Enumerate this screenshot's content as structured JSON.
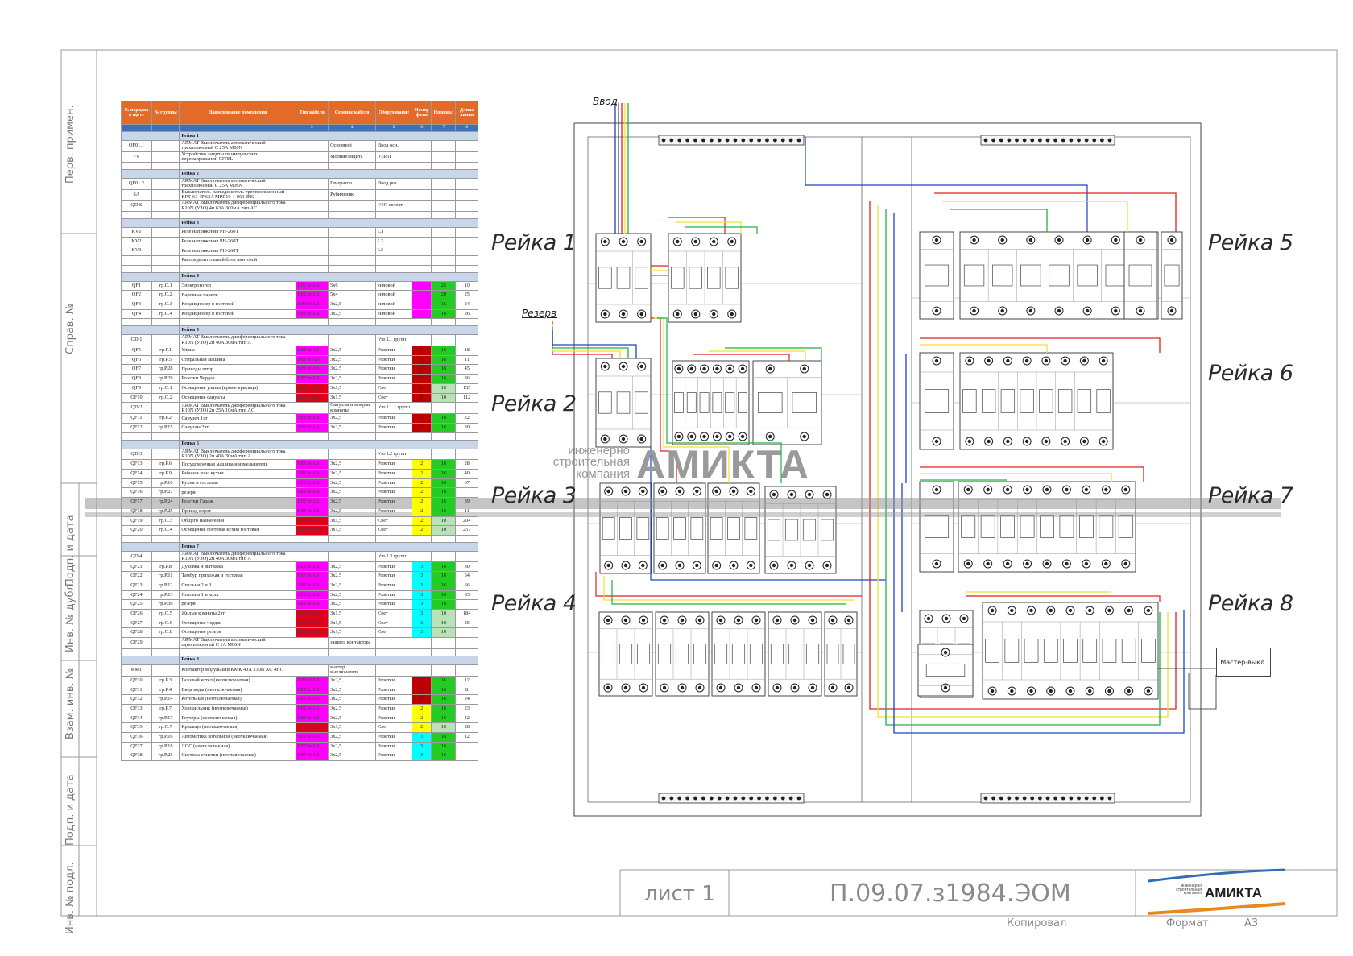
{
  "sidebar_labels": [
    "Перв. примен.",
    "Справ. №",
    "Подп. и дата",
    "Инв. № дубл.",
    "Взам. инв. №",
    "Подп. и дата",
    "Инв. № подл."
  ],
  "table": {
    "headers": [
      "№ порядка в щите",
      "№ группы",
      "Наименование помещения",
      "Тип кабеля",
      "Сечение кабеля",
      "Оборудование",
      "Номер фазы",
      "Номинал",
      "Длина линии"
    ],
    "col_numbers": [
      "",
      "",
      "",
      "3",
      "4",
      "5",
      "6",
      "7",
      "8"
    ],
    "rows": [
      {
        "t": "rail",
        "label": "Рейка 1"
      },
      {
        "c": [
          "QF01.1",
          "",
          "ARMAT Выключатель автоматический трехполюсный C 25A M06N",
          "",
          "Основной",
          "Ввод осн.",
          "",
          "",
          ""
        ]
      },
      {
        "c": [
          "FV",
          "",
          "Устройство защиты от импульсных перенапряжений CITEL",
          "",
          "Молниезащита",
          "УЗИП",
          "",
          "",
          ""
        ]
      },
      {
        "t": "blank"
      },
      {
        "t": "rail",
        "label": "Рейка 2"
      },
      {
        "c": [
          "QF01.2",
          "",
          "ARMAT Выключатель автоматический трехполюсный C 25A M06N",
          "",
          "Генератор",
          "Ввод рез",
          "",
          "",
          ""
        ]
      },
      {
        "c": [
          "SA",
          "",
          "Выключатель-разъединитель трехпозиционный ВРТ-63 4P 63A MPR10-4-063 IEK",
          "",
          "Рубильник",
          "",
          "",
          "",
          ""
        ]
      },
      {
        "c": [
          "QD.S",
          "",
          "ARMAT Выключатель дифференциального тока R10N (УЗО) 4п 63A 300мА тип AC",
          "",
          "",
          "УЗО селект",
          "",
          "",
          ""
        ]
      },
      {
        "t": "blank"
      },
      {
        "t": "rail",
        "label": "Рейка 3"
      },
      {
        "c": [
          "KV1",
          "",
          "Реле напряжения РН-260Т",
          "",
          "",
          "L1",
          "",
          "",
          ""
        ]
      },
      {
        "c": [
          "KV2",
          "",
          "Реле напряжения РН-260Т",
          "",
          "",
          "L2",
          "",
          "",
          ""
        ]
      },
      {
        "c": [
          "KV3",
          "",
          "Реле напряжения РН-260Т",
          "",
          "",
          "L3",
          "",
          "",
          ""
        ]
      },
      {
        "c": [
          "",
          "",
          "Распределительный блок винтовой",
          "",
          "",
          "",
          "",
          "",
          ""
        ]
      },
      {
        "t": "blank"
      },
      {
        "t": "rail",
        "label": "Рейка 4"
      },
      {
        "c": [
          "QF1",
          "гр.С.1",
          "Электрокотел",
          "ВВГнг-LS",
          "5х6",
          "силовой",
          "",
          "25",
          "10"
        ],
        "ph": "#ff00ff"
      },
      {
        "c": [
          "QF2",
          "гр.С.2",
          "Варочная панель",
          "ВВГнг-LS",
          "5х4",
          "силовой",
          "",
          "20",
          "25"
        ],
        "ph": "#ff00ff"
      },
      {
        "c": [
          "QF3",
          "гр.С.3",
          "Кондиционер в гостевой",
          "ВВГнг-LS",
          "3х2,5",
          "силовой",
          "",
          "16",
          "24"
        ],
        "ph": "#ff00ff"
      },
      {
        "c": [
          "QF4",
          "гр.С.4",
          "Кондиционер в гостевой",
          "ВВГнг-LS",
          "3х2,5",
          "силовой",
          "",
          "16",
          "26"
        ],
        "ph": "#ff00ff"
      },
      {
        "t": "blank"
      },
      {
        "t": "rail",
        "label": "Рейка 5"
      },
      {
        "c": [
          "QD.1",
          "",
          "ARMAT Выключатель дифференциального тока R10N (УЗО) 2п 40A 30мА тип А",
          "",
          "",
          "Узо L1 групп",
          "",
          "",
          ""
        ]
      },
      {
        "c": [
          "QF5",
          "гр.Р.1",
          "Улица",
          "ВВГнг-LS",
          "3х2,5",
          "Розетки",
          "1",
          "16",
          "18"
        ],
        "ph": "#c00000"
      },
      {
        "c": [
          "QF6",
          "гр.Р.5",
          "Стиральная машина",
          "ВВГнг-LS",
          "3х2,5",
          "Розетки",
          "1",
          "16",
          "11"
        ],
        "ph": "#c00000"
      },
      {
        "c": [
          "QF7",
          "гр.Р.28",
          "Приводы штор",
          "ВВГнг-LS",
          "3х2,5",
          "Розетки",
          "1",
          "16",
          "45"
        ],
        "ph": "#c00000"
      },
      {
        "c": [
          "QF8",
          "гр.Р.29",
          "Розетки Чердак",
          "ВВГнг-LS",
          "3х2,5",
          "Розетки",
          "1",
          "16",
          "36"
        ],
        "ph": "#c00000"
      },
      {
        "c": [
          "QF9",
          "гр.О.1",
          "Освещение улицы (кроме крыльца)",
          "ВВГнг-LS",
          "3х1,5",
          "Свет",
          "1",
          "10",
          "135"
        ],
        "ph": "#c00000"
      },
      {
        "c": [
          "QF10",
          "гр.О.2",
          "Освещение санузлы",
          "ВВГнг-LS",
          "3х1,5",
          "Свет",
          "1",
          "10",
          "112"
        ],
        "ph": "#c00000"
      },
      {
        "c": [
          "QD.2",
          "",
          "ARMAT Выключатель дифференциального тока R10N (УЗО) 2п 25A 10мА тип AC",
          "",
          "Санузлы и мокрые комнаты",
          "Узо L1.1 групп",
          "",
          "",
          ""
        ]
      },
      {
        "c": [
          "QF11",
          "гр.Р.2",
          "Санузел 1эт",
          "ВВГнг-LS",
          "3х2,5",
          "Розетки",
          "1",
          "16",
          "22"
        ],
        "ph": "#c00000"
      },
      {
        "c": [
          "QF12",
          "гр.Р.15",
          "Санузлы 2эт",
          "ВВГнг-LS",
          "3х2,5",
          "Розетки",
          "1",
          "16",
          "30"
        ],
        "ph": "#c00000"
      },
      {
        "t": "blank"
      },
      {
        "t": "rail",
        "label": "Рейка 6"
      },
      {
        "c": [
          "QD.3",
          "",
          "ARMAT Выключатель дифференциального тока R10N (УЗО) 2п 40A 30мА тип А",
          "",
          "",
          "Узо L2 групп",
          "",
          "",
          ""
        ]
      },
      {
        "c": [
          "QF13",
          "гр.Р.6",
          "Посудомоечная машина и измельчитель",
          "ВВГнг-LS",
          "3х2,5",
          "Розетки",
          "2",
          "16",
          "28"
        ],
        "ph": "#ffff00"
      },
      {
        "c": [
          "QF14",
          "гр.Р.9",
          "Рабочая зона кухни",
          "ВВГнг-LS",
          "3х2,5",
          "Розетки",
          "2",
          "16",
          "40"
        ],
        "ph": "#ffff00"
      },
      {
        "c": [
          "QF15",
          "гр.Р.10",
          "Кухня и гостевая",
          "ВВГнг-LS",
          "3х2,5",
          "Розетки",
          "2",
          "16",
          "67"
        ],
        "ph": "#ffff00"
      },
      {
        "c": [
          "QF16",
          "гр.Р.27",
          "резерв",
          "ВВГнг-LS",
          "3х2,5",
          "Розетки",
          "2",
          "16",
          ""
        ],
        "ph": "#ffff00"
      },
      {
        "c": [
          "QF17",
          "гр.Р.24",
          "Розетки Гараж",
          "ВВГнг-LS",
          "3х2,5",
          "Розетки",
          "2",
          "16",
          "39"
        ],
        "ph": "#ffff00"
      },
      {
        "c": [
          "QF18",
          "гр.Р.25",
          "Привод ворот",
          "ВВГнг-LS",
          "3х2,5",
          "Розетки",
          "2",
          "16",
          "11"
        ],
        "ph": "#ffff00"
      },
      {
        "c": [
          "QF19",
          "гр.О.3",
          "Общего назначения",
          "ВВГнг-LS",
          "3х1,5",
          "Свет",
          "2",
          "10",
          "204"
        ],
        "ph": "#ffff00"
      },
      {
        "c": [
          "QF20",
          "гр.О.4",
          "Освещение гостевая кухня гостевая",
          "ВВГнг-LS",
          "3х1,5",
          "Свет",
          "2",
          "10",
          "257"
        ],
        "ph": "#ffff00"
      },
      {
        "t": "blank"
      },
      {
        "t": "rail",
        "label": "Рейка 7"
      },
      {
        "c": [
          "QD.4",
          "",
          "ARMAT Выключатель дифференциального тока R10N (УЗО) 2п 40A 30мА тип А",
          "",
          "",
          "Узо L3 групп",
          "",
          "",
          ""
        ]
      },
      {
        "c": [
          "QF21",
          "гр.Р.8",
          "Духовка и вытяжка",
          "ВВГнг-LS",
          "3х2,5",
          "Розетки",
          "3",
          "16",
          "30"
        ],
        "ph": "#00ffff"
      },
      {
        "c": [
          "QF22",
          "гр.Р.11",
          "Тамбур прихожая и гостевая",
          "ВВГнг-LS",
          "3х2,5",
          "Розетки",
          "3",
          "16",
          "54"
        ],
        "ph": "#00ffff"
      },
      {
        "c": [
          "QF23",
          "гр.Р.12",
          "Спальня 2 и 3",
          "ВВГнг-LS",
          "3х2,5",
          "Розетки",
          "3",
          "16",
          "66"
        ],
        "ph": "#00ffff"
      },
      {
        "c": [
          "QF24",
          "гр.Р.13",
          "Спальня 1 и холл",
          "ВВГнг-LS",
          "3х2,5",
          "Розетки",
          "3",
          "16",
          "83"
        ],
        "ph": "#00ffff"
      },
      {
        "c": [
          "QF25",
          "гр.Р.30",
          "резерв",
          "ВВГнг-LS",
          "3х2,5",
          "Розетки",
          "3",
          "16",
          ""
        ],
        "ph": "#00ffff"
      },
      {
        "c": [
          "QF26",
          "гр.О.5",
          "Жилые комнаты 2эт",
          "ВВГнг-LS",
          "3х1,5",
          "Свет",
          "3",
          "10",
          "184"
        ],
        "ph": "#00ffff"
      },
      {
        "c": [
          "QF27",
          "гр.О.6",
          "Освещение чердак",
          "ВВГнг-LS",
          "3х1,5",
          "Свет",
          "3",
          "10",
          "25"
        ],
        "ph": "#00ffff"
      },
      {
        "c": [
          "QF28",
          "гр.О.8",
          "Освещение резерв",
          "ВВГнг-LS",
          "3х1,5",
          "Свет",
          "3",
          "10",
          ""
        ],
        "ph": "#00ffff"
      },
      {
        "c": [
          "QF29",
          "",
          "ARMAT Выключатель автоматический однополюсный C 1A M06N",
          "",
          "защита контактора",
          "",
          "",
          "",
          ""
        ]
      },
      {
        "t": "blank"
      },
      {
        "t": "rail",
        "label": "Рейка 8"
      },
      {
        "c": [
          "KM1",
          "",
          "Контактор модульный КМК 40А 230В AC 4НО",
          "",
          "мастер выключатель",
          "",
          "",
          "",
          ""
        ]
      },
      {
        "c": [
          "QF30",
          "гр.Р.3",
          "Газовый котел (неотключаемая)",
          "ВВГнг-LS",
          "3х2,5",
          "Розетки",
          "1",
          "16",
          "12"
        ],
        "ph": "#c00000"
      },
      {
        "c": [
          "QF31",
          "гр.Р.4",
          "Ввод воды (неотключаемая)",
          "ВВГнг-LS",
          "3х2,5",
          "Розетки",
          "1",
          "16",
          "8"
        ],
        "ph": "#c00000"
      },
      {
        "c": [
          "QF32",
          "гр.Р.14",
          "Котельная (неотключаемая)",
          "ВВГнг-LS",
          "3х2,5",
          "Розетки",
          "1",
          "16",
          "24"
        ],
        "ph": "#c00000"
      },
      {
        "c": [
          "QF33",
          "гр.Р.7",
          "Холодильник (неотключаемая)",
          "ВВГнг-LS",
          "3х2,5",
          "Розетки",
          "2",
          "16",
          "23"
        ],
        "ph": "#ffff00"
      },
      {
        "c": [
          "QF34",
          "гр.Р.17",
          "Роутеры (неотключаемая)",
          "ВВГнг-LS",
          "3х2,5",
          "Розетки",
          "2",
          "16",
          "42"
        ],
        "ph": "#ffff00"
      },
      {
        "c": [
          "QF35",
          "гр.О.7",
          "Крыльцо (неотключаемая)",
          "ВВГнг-LS",
          "3х1,5",
          "Свет",
          "2",
          "10",
          "28"
        ],
        "ph": "#ffff00"
      },
      {
        "c": [
          "QF36",
          "гр.Р.16",
          "Автоматика котельной (неотключаемая)",
          "ВВГнг-LS",
          "3х2,5",
          "Розетки",
          "3",
          "16",
          "12"
        ],
        "ph": "#00ffff"
      },
      {
        "c": [
          "QF37",
          "гр.Р.18",
          "ЛОС (неотключаемая)",
          "ВВГнг-LS",
          "3х2,5",
          "Розетки",
          "3",
          "16",
          ""
        ],
        "ph": "#00ffff"
      },
      {
        "c": [
          "QF38",
          "гр.Р.26",
          "Система очистки (неотключаемая)",
          "ВВГнг-LS",
          "3х2,5",
          "Розетки",
          "3",
          "16",
          ""
        ],
        "ph": "#00ffff"
      }
    ]
  },
  "colors": {
    "cable_cell": "#ff00ff",
    "cable_cell_light": "#ff3030",
    "rating_cell": "#22cc22",
    "rating_cell_light": "#b7e3b7",
    "header": "#e26b2a",
    "numrow": "#3f70b5",
    "rail": "#c9d6ea"
  },
  "diagram": {
    "input_label": "Ввод",
    "reserve_label": "Резерв",
    "rail_labels_left": [
      "Рейка 1",
      "Рейка 2",
      "Рейка 3",
      "Рейка 4"
    ],
    "rail_labels_right": [
      "Рейка 5",
      "Рейка 6",
      "Рейка 7",
      "Рейка 8"
    ],
    "master_switch": "Мастер-выкл."
  },
  "watermark": {
    "line1": "инженерно",
    "line2": "строительная",
    "line3": "компания",
    "brand": "АМИКТА"
  },
  "stamp": {
    "sheet": "лист 1",
    "code": "П.09.07.з1984.ЭОМ",
    "copied": "Копировал",
    "format_label": "Формат",
    "format": "А3",
    "logo_brand": "АМИКТА",
    "logo_sub1": "инженерно",
    "logo_sub2": "строительная",
    "logo_sub3": "компания"
  }
}
